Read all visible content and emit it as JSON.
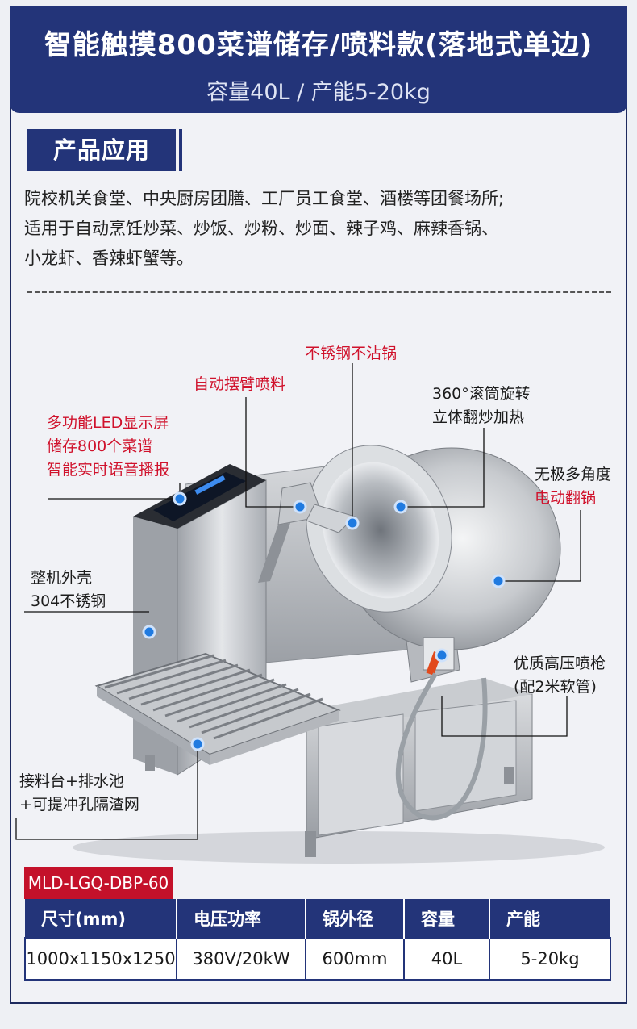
{
  "header": {
    "title": "智能触摸800菜谱储存/喷料款(落地式单边)",
    "subtitle": "容量40L /  产能5-20kg"
  },
  "application": {
    "section_title": "产品应用",
    "lines": [
      "院校机关食堂、中央厨房团膳、工厂员工食堂、酒楼等团餐场所;",
      "适用于自动烹饪炒菜、炒饭、炒粉、炒面、辣子鸡、麻辣香锅、",
      "小龙虾、香辣虾蟹等。"
    ]
  },
  "callouts": {
    "nonstick": "不锈钢不沾锅",
    "swing_arm": "自动摆臂喷料",
    "rotate_1": "360°滚筒旋转",
    "rotate_2": "立体翻炒加热",
    "led_1": "多功能LED显示屏",
    "led_2": "储存800个菜谱",
    "led_3": "智能实时语音播报",
    "tilt_1": "无极多角度",
    "tilt_2": "电动翻锅",
    "shell_1": "整机外壳",
    "shell_2": "304不锈钢",
    "gun_1": "优质高压喷枪",
    "gun_2": "(配2米软管)",
    "tray_1": "接料台+排水池",
    "tray_2": "+可提冲孔隔渣网"
  },
  "model": "MLD-LGQ-DBP-60",
  "spec_table": {
    "headers": [
      "尺寸(mm)",
      "电压功率",
      "锅外径",
      "容量",
      "产能"
    ],
    "row": [
      "1000x1150x1250",
      "380V/20kW",
      "600mm",
      "40L",
      "5-20kg"
    ]
  },
  "colors": {
    "navy": "#233479",
    "red": "#c4112a",
    "marker_blue": "#1f7ae0"
  }
}
